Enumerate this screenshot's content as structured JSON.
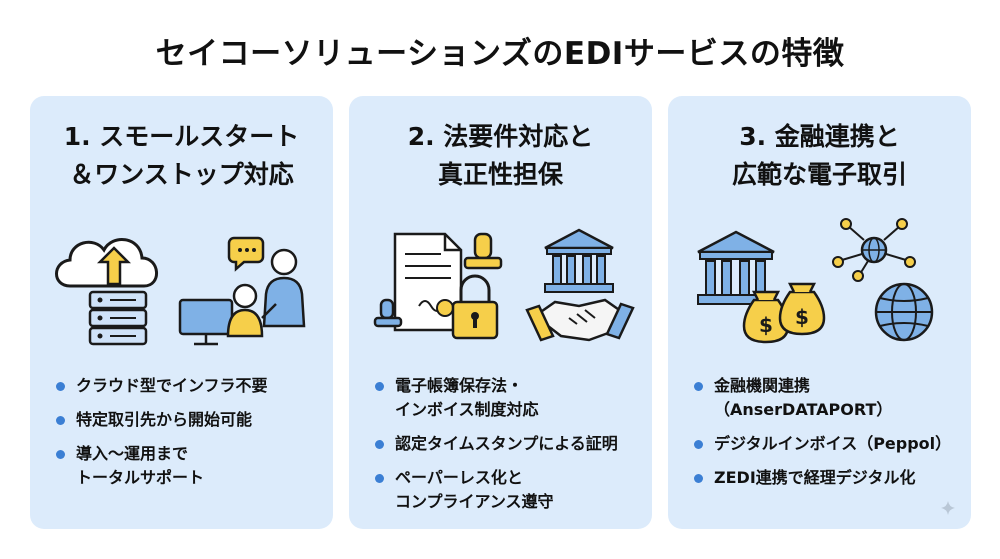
{
  "title": "セイコーソリューションズのEDIサービスの特徴",
  "colors": {
    "card_bg": "#dcebfb",
    "bullet": "#3b7fd4",
    "accent_yellow": "#f6cf4a",
    "icon_blue": "#7fb1e6"
  },
  "cards": [
    {
      "heading": [
        "1. スモールスタート",
        "＆ワンストップ対応"
      ],
      "icons": [
        "cloud-upload-icon",
        "server-icon",
        "support-team-icon"
      ],
      "bullets": [
        [
          "クラウド型でインフラ不要"
        ],
        [
          "特定取引先から開始可能"
        ],
        [
          "導入～運用まで",
          "トータルサポート"
        ]
      ]
    },
    {
      "heading": [
        "2. 法要件対応と",
        "真正性担保"
      ],
      "icons": [
        "document-stamp-icon",
        "lock-icon",
        "bank-icon",
        "handshake-icon"
      ],
      "bullets": [
        [
          "電子帳簿保存法・",
          "インボイス制度対応"
        ],
        [
          "認定タイムスタンプによる証明"
        ],
        [
          "ペーパーレス化と",
          "コンプライアンス遵守"
        ]
      ]
    },
    {
      "heading": [
        "3. 金融連携と",
        "広範な電子取引"
      ],
      "icons": [
        "bank-icon",
        "money-bag-icon",
        "network-icon",
        "globe-icon"
      ],
      "bullets": [
        [
          "金融機関連携",
          "（AnserDATAPORT）"
        ],
        [
          "デジタルインボイス（Peppol）"
        ],
        [
          "ZEDI連携で経理デジタル化"
        ]
      ]
    }
  ]
}
